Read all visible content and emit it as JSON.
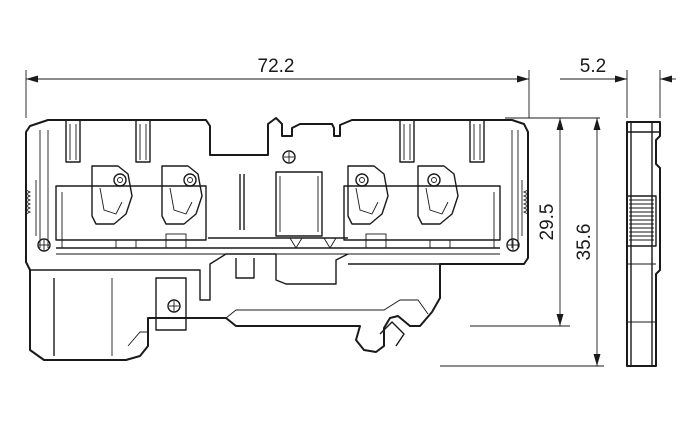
{
  "drawing": {
    "dimensions": {
      "overall_width": "72.2",
      "side_width": "5.2",
      "height_to_rail": "29.5",
      "overall_height": "35.6"
    },
    "colors": {
      "line": "#1a1a1a",
      "background": "#ffffff"
    }
  }
}
